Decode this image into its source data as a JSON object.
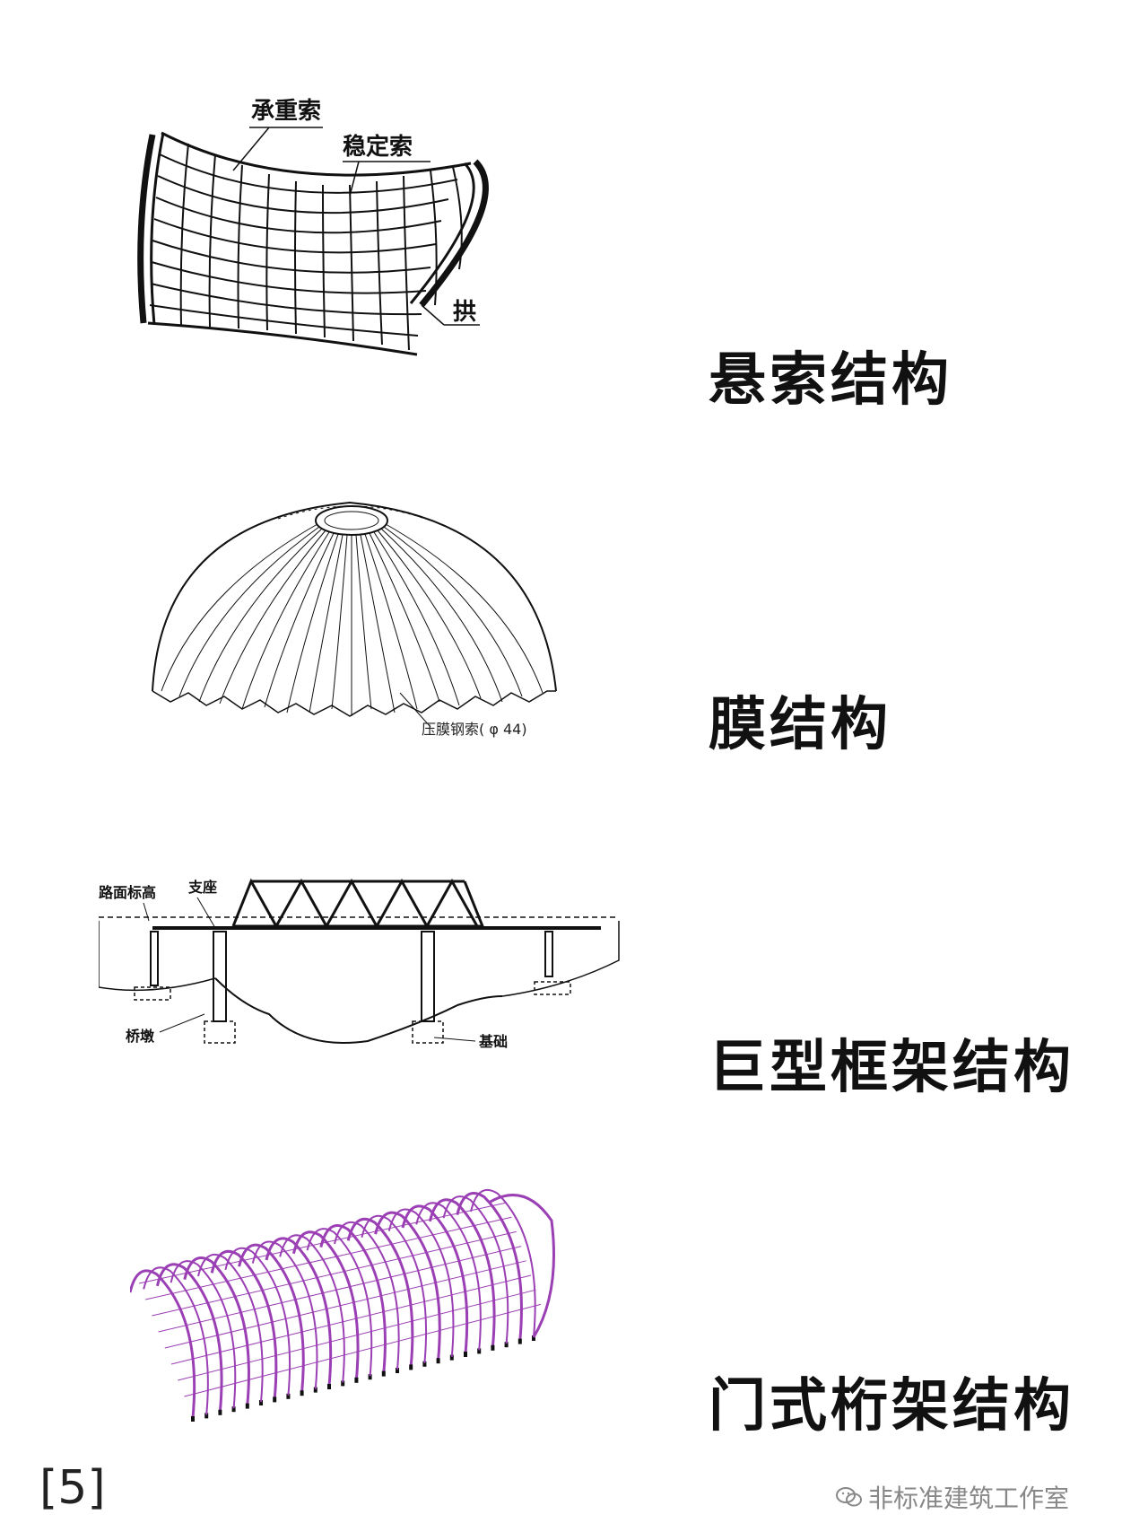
{
  "sections": [
    {
      "title": "悬索结构",
      "callouts": [
        "承重索",
        "稳定索",
        "拱"
      ]
    },
    {
      "title": "膜结构",
      "callouts": [
        "压膜钢索( φ 44)"
      ]
    },
    {
      "title": "巨型框架结构",
      "callouts": [
        "路面标高",
        "支座",
        "桥墩",
        "基础"
      ]
    },
    {
      "title": "门式桁架结构",
      "callouts": []
    }
  ],
  "page_number": "[5]",
  "watermark": {
    "icon": "wechat-icon",
    "text": "非标准建筑工作室"
  },
  "colors": {
    "line": "#111111",
    "truss": "#9b3fb4",
    "watermark": "#888888"
  }
}
